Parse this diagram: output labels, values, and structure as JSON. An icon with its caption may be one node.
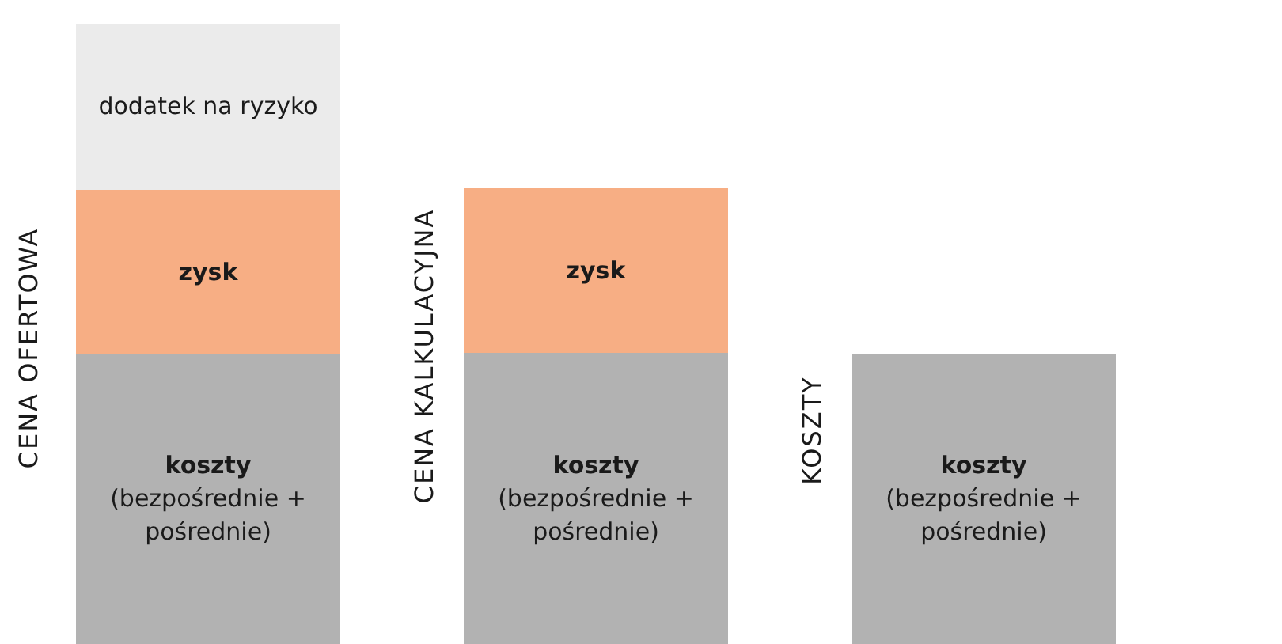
{
  "diagram": {
    "nodes": [
      {
        "text": [
          "dodatek na ryzyko"
        ]
      },
      {
        "text": [
          "zysk"
        ]
      },
      {
        "text": [
          "koszty",
          "(bezpośrednie + pośrednie)"
        ]
      },
      {
        "text": [
          "zysk"
        ]
      },
      {
        "text": [
          "koszty",
          "(bezpośrednie + pośrednie)"
        ]
      },
      {
        "text": [
          "koszty",
          "(bezpośrednie + pośrednie)"
        ]
      }
    ],
    "labels": [
      "CENA OFERTOWA",
      "CENA KALKULACYJNA",
      "KOSZTY"
    ]
  }
}
